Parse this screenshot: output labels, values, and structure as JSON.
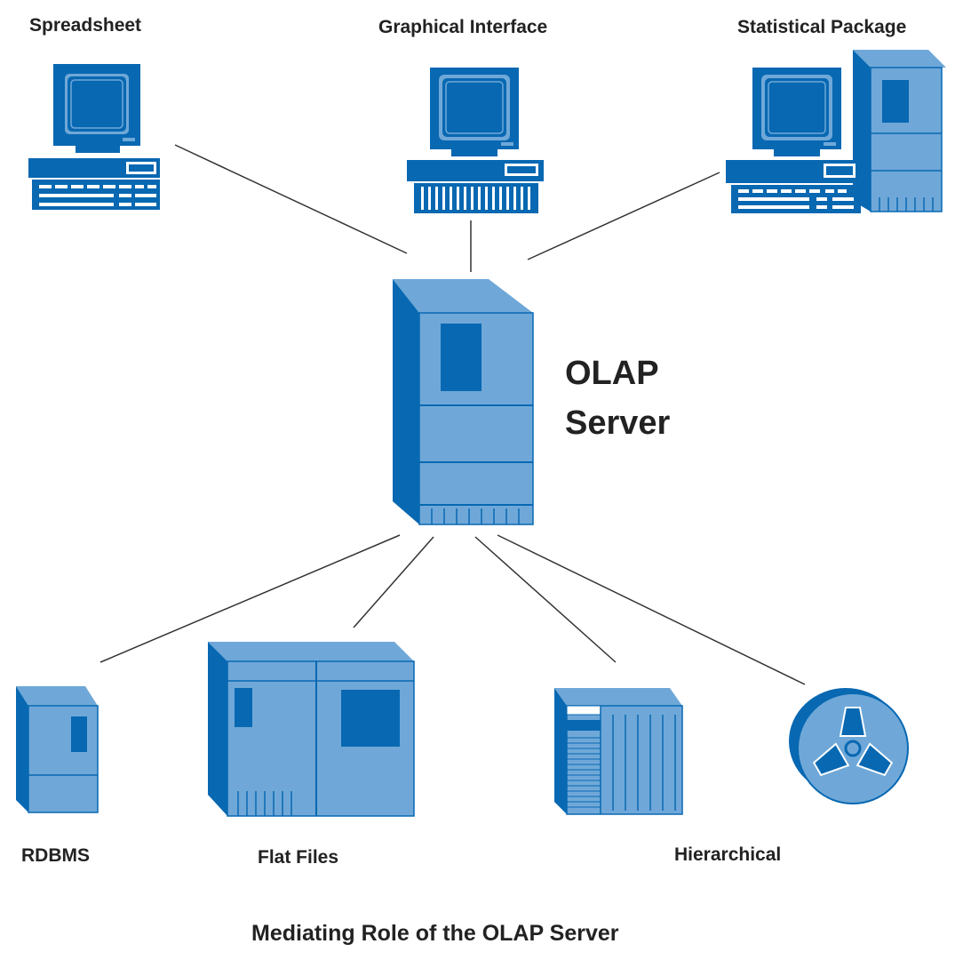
{
  "colors": {
    "dark_blue": "#0868b2",
    "light_blue": "#6fa8d8",
    "mid_blue": "#4a8cc8",
    "outline": "#1a5f9e",
    "line": "#333333",
    "text": "#222222"
  },
  "top_nodes": {
    "spreadsheet": {
      "label": "Spreadsheet",
      "icon": "desktop-computer-icon"
    },
    "graphical_interface": {
      "label": "Graphical Interface",
      "icon": "desktop-computer-icon"
    },
    "statistical_package": {
      "label": "Statistical Package",
      "icon": "workstation-with-tower-icon"
    }
  },
  "center_node": {
    "label_line1": "OLAP",
    "label_line2": "Server",
    "icon": "server-tower-icon"
  },
  "bottom_nodes": {
    "rdbms": {
      "label": "RDBMS",
      "icon": "small-server-icon"
    },
    "flat_files": {
      "label": "Flat Files",
      "icon": "mainframe-cabinet-icon"
    },
    "rack_system": {
      "label": "",
      "icon": "rack-server-icon"
    },
    "hierarchical": {
      "label": "Hierarchical",
      "icon": "tape-reel-icon"
    }
  },
  "caption": "Mediating Role of the OLAP Server"
}
